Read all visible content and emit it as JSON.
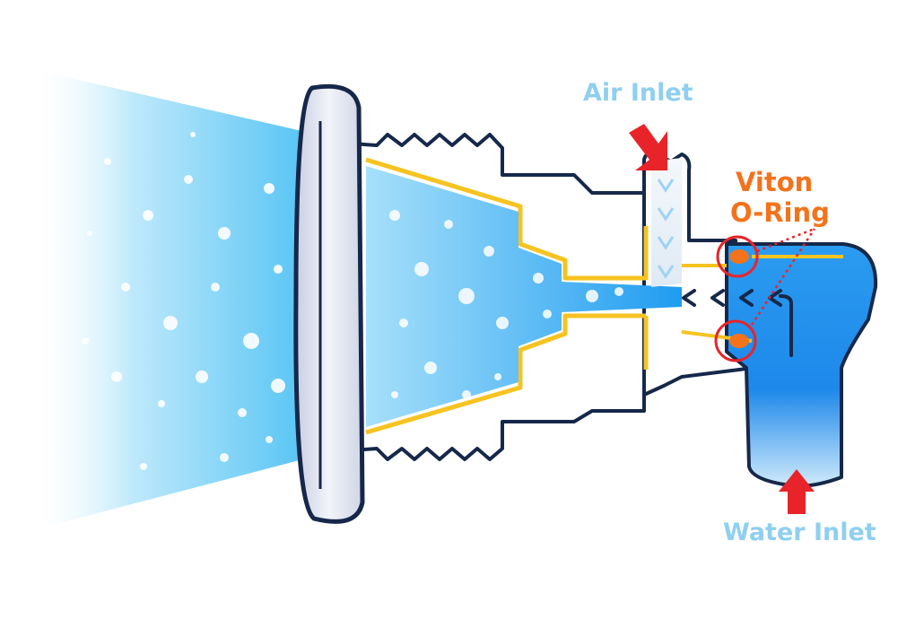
{
  "labels": {
    "air_inlet": "Air Inlet",
    "viton_line1": "Viton",
    "viton_line2": "O-Ring",
    "water_inlet": "Water Inlet"
  },
  "colors": {
    "water_blue": "#1e96ee",
    "spray_light": "#d7f1fc",
    "body_outline": "#16284a",
    "gasket_yellow": "#f6c321",
    "accent_red": "#e8242a",
    "oring_orange": "#f2731c",
    "label_blue": "#8fcff0",
    "faceplate_grey": "#dfe4f0"
  },
  "icons": {
    "air_arrow": "red-down-arrow-icon",
    "water_arrow": "red-up-arrow-icon",
    "flow_arrows": "chevron-left-icon"
  }
}
